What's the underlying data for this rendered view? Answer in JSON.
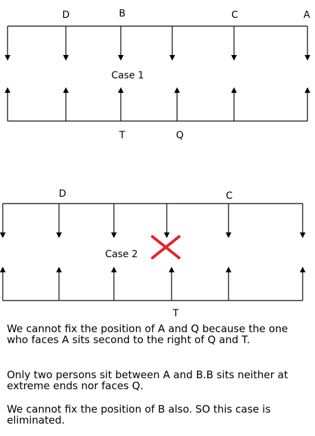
{
  "case1": {
    "caption": "Case 1",
    "top_labels": [
      "D",
      "B",
      "C",
      "A"
    ],
    "bottom_labels": [
      "T",
      "Q"
    ]
  },
  "case2": {
    "caption": "Case 2",
    "top_labels": [
      "D",
      "C"
    ],
    "bottom_labels": [
      "T"
    ],
    "cross_color": "#e8202a"
  },
  "text": {
    "p1": "We cannot fix the position of A and Q because the one who faces A sits second to the right of Q and T.",
    "p2": "Only two persons sit between A and B.B sits neither at extreme ends nor faces Q.",
    "p3": "We cannot fix the position of B also. SO this case is eliminated."
  }
}
